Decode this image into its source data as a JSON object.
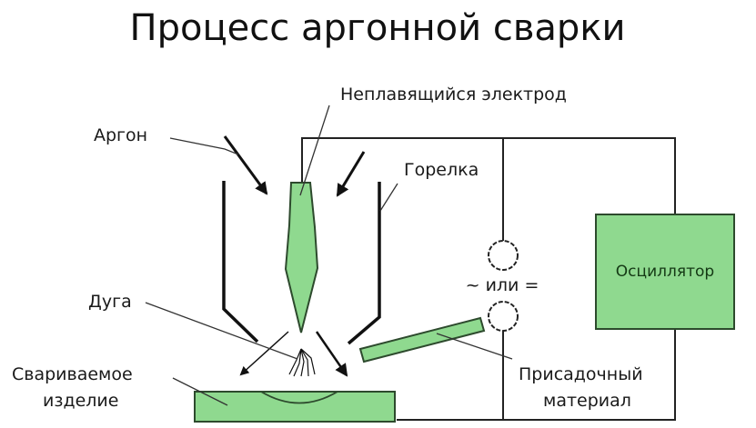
{
  "title": "Процесс аргонной сварки",
  "labels": {
    "argon": "Аргон",
    "electrode": "Неплавящийся электрод",
    "torch": "Горелка",
    "arc": "Дуга",
    "workpiece_line1": "Свариваемое",
    "workpiece_line2": "изделие",
    "current_type": "~ или =",
    "filler_line1": "Присадочный",
    "filler_line2": "материал",
    "oscillator": "Осциллятор"
  },
  "colors": {
    "component_fill": "#8fd98f",
    "component_stroke": "#2d4a2d",
    "line": "#222222"
  }
}
